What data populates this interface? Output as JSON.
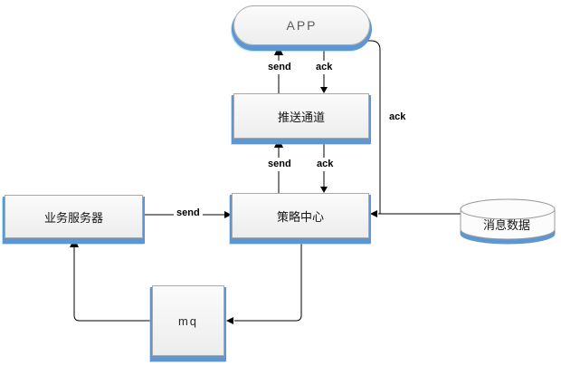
{
  "diagram": {
    "nodes": {
      "app": "APP",
      "push_channel": "推送通道",
      "business_server": "业务服务器",
      "strategy_center": "策略中心",
      "mq": "mq",
      "message_data": "消息数据"
    },
    "edge_labels": {
      "app_send": "send",
      "app_ack": "ack",
      "channel_right_ack": "ack",
      "channel_send": "send",
      "channel_ack": "ack",
      "server_send": "send"
    },
    "colors": {
      "shadow_blue": "#5d97d3",
      "node_fill": "#f3f3f3",
      "node_border": "#a9a9a9",
      "connector": "#000000"
    }
  }
}
